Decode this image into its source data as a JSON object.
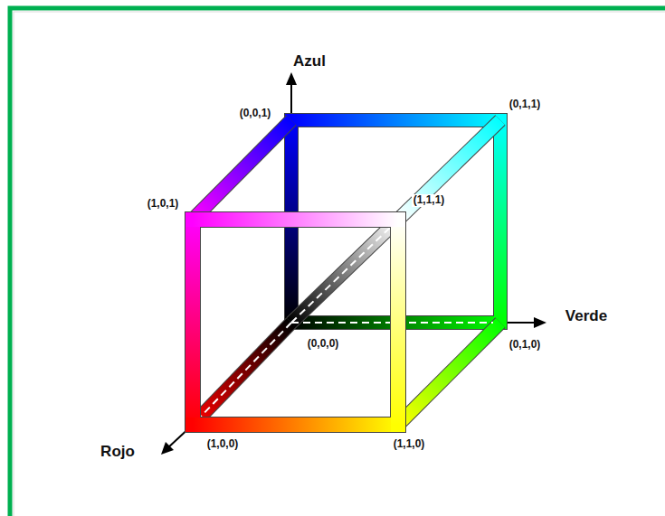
{
  "diagram": {
    "labels": [
      "Azul",
      "Verde",
      "Rojo",
      "(0,0,1)",
      "(0,1,1)",
      "(1,0,1)",
      "(1,1,1)",
      "(0,0,0)",
      "(0,1,0)",
      "(1,0,0)",
      "(1,1,0)"
    ]
  }
}
